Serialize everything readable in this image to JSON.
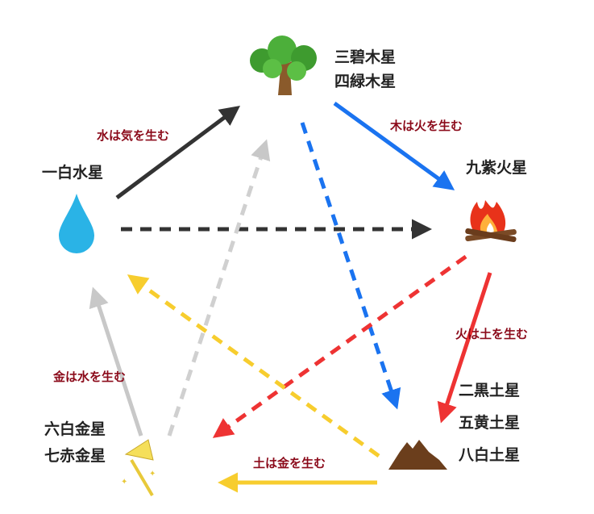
{
  "stars": {
    "wood": [
      "三碧木星",
      "四緑木星"
    ],
    "water": [
      "一白水星"
    ],
    "fire": [
      "九紫火星"
    ],
    "earth": [
      "二黒土星",
      "五黄土星",
      "八白土星"
    ],
    "metal": [
      "六白金星",
      "七赤金星"
    ]
  },
  "relations": {
    "water_wood": "水は気を生む",
    "wood_fire": "木は火を生む",
    "fire_earth": "火は土を生む",
    "earth_metal": "土は金を生む",
    "metal_water": "金は水を生む"
  },
  "colors": {
    "water": "#333333",
    "wood": "#1a73f0",
    "fire": "#ee3333",
    "earth": "#f7cd2e",
    "metal": "#c8c8c8",
    "label": "#8b0a1a"
  }
}
